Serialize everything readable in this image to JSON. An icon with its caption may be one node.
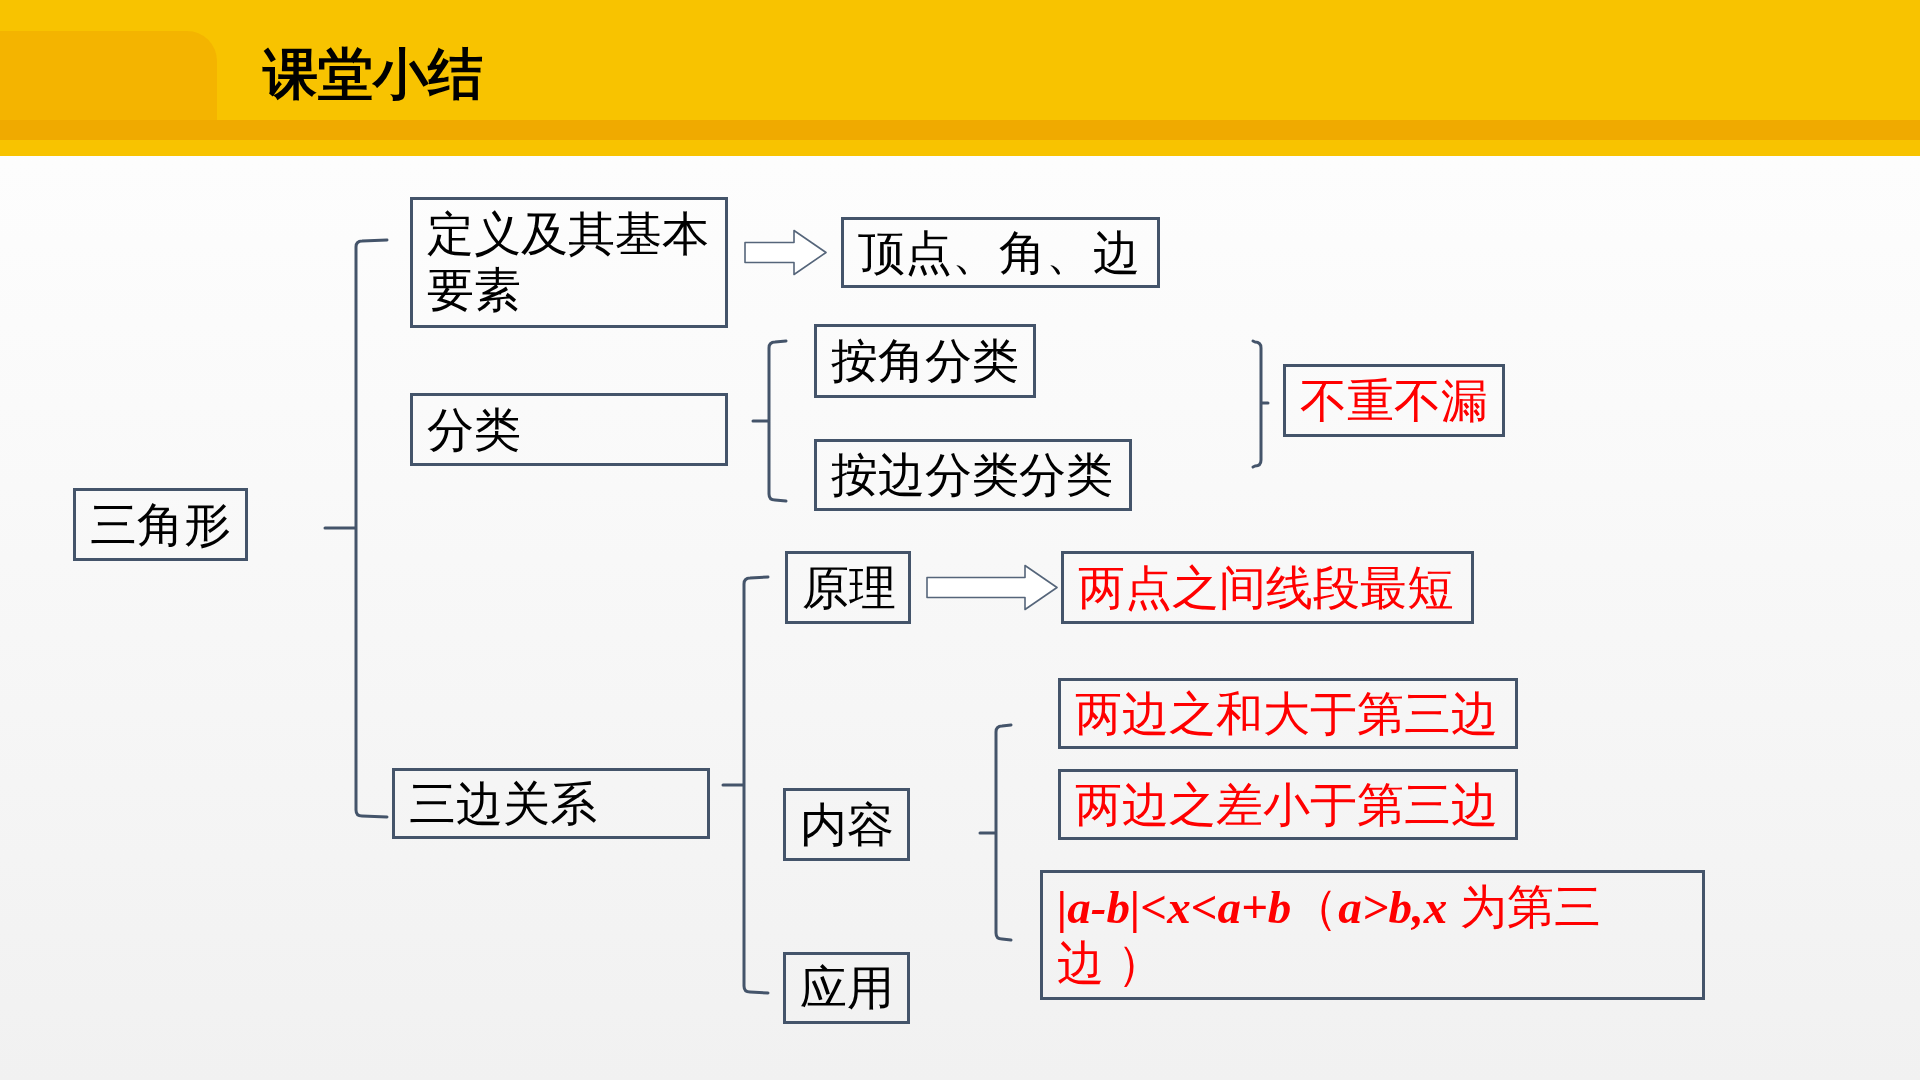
{
  "diagram": {
    "title": "课堂小结",
    "nodes": [
      {
        "text": [
          "三角形"
        ]
      },
      {
        "text": [
          "定义及其基本要素"
        ]
      },
      {
        "text": [
          "顶点、角、边"
        ]
      },
      {
        "text": [
          "分类"
        ]
      },
      {
        "text": [
          "按角分类"
        ]
      },
      {
        "text": [
          "按边分类分类"
        ]
      },
      {
        "text": [
          "不重不漏"
        ]
      },
      {
        "text": [
          "三边关系"
        ]
      },
      {
        "text": [
          "原理"
        ]
      },
      {
        "text": [
          "两点之间线段最短"
        ]
      },
      {
        "text": [
          "内容"
        ]
      },
      {
        "text": [
          "两边之和大于第三边"
        ]
      },
      {
        "text": [
          "两边之差小于第三边"
        ]
      },
      {
        "text": [
          "**|a-b|<x<a+b**（**a>b,x** 为第三边 ）"
        ]
      },
      {
        "text": [
          "应用"
        ]
      }
    ],
    "edges": [
      {
        "from": 1,
        "to": 2,
        "arrow": "to"
      },
      {
        "from": 8,
        "to": 9,
        "arrow": "to"
      }
    ]
  }
}
